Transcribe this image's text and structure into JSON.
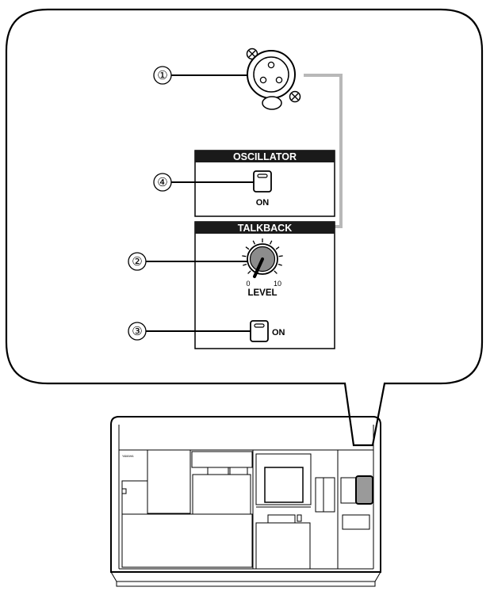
{
  "callouts": {
    "c1": "①",
    "c2": "②",
    "c3": "③",
    "c4": "④"
  },
  "oscillator": {
    "title": "OSCILLATOR",
    "button_label": "ON"
  },
  "talkback": {
    "title": "TALKBACK",
    "knob": {
      "label": "LEVEL",
      "scale_min": "0",
      "scale_max": "10"
    },
    "button_label": "ON"
  },
  "console": {
    "brand": "YAMAHA"
  },
  "colors": {
    "line": "#000000",
    "panel_header": "#1a1a1a",
    "leader_gray": "#b8b8b8",
    "knob_fill": "#8c8c8c",
    "highlight_fill": "#9a9a9a"
  }
}
